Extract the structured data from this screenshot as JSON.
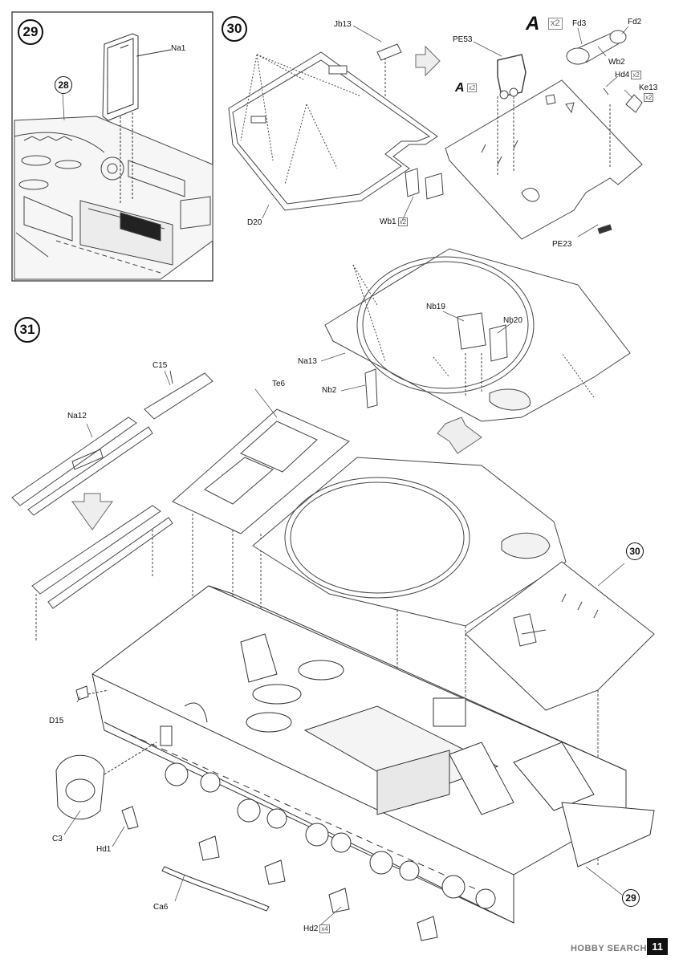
{
  "steps": {
    "step29": "29",
    "step28": "28",
    "step30": "30",
    "step31": "31",
    "ref30": "30",
    "ref29": "29"
  },
  "multipliers": {
    "A_top": "A",
    "A_top_qty": "x2",
    "A_small": "A",
    "A_small_qty": "x2"
  },
  "parts": {
    "Na1": "Na1",
    "Jb13": "Jb13",
    "D20": "D20",
    "Wb1": "Wb1",
    "Wb1_qty": "x2",
    "PE53": "PE53",
    "Fd3": "Fd3",
    "Fd2": "Fd2",
    "Wb2": "Wb2",
    "Hd4": "Hd4",
    "Hd4_qty": "x2",
    "Ke13": "Ke13",
    "Ke13_qty": "x2",
    "PE23": "PE23",
    "Nb19": "Nb19",
    "Nb20": "Nb20",
    "Na13": "Na13",
    "Nb2": "Nb2",
    "C15": "C15",
    "Te6": "Te6",
    "Na12": "Na12",
    "D15": "D15",
    "C3": "C3",
    "Hd1": "Hd1",
    "Ca6": "Ca6",
    "Hd2": "Hd2",
    "Hd2_qty": "x4"
  },
  "footer": {
    "page_number": "11",
    "watermark": "HOBBY SEARCH"
  }
}
